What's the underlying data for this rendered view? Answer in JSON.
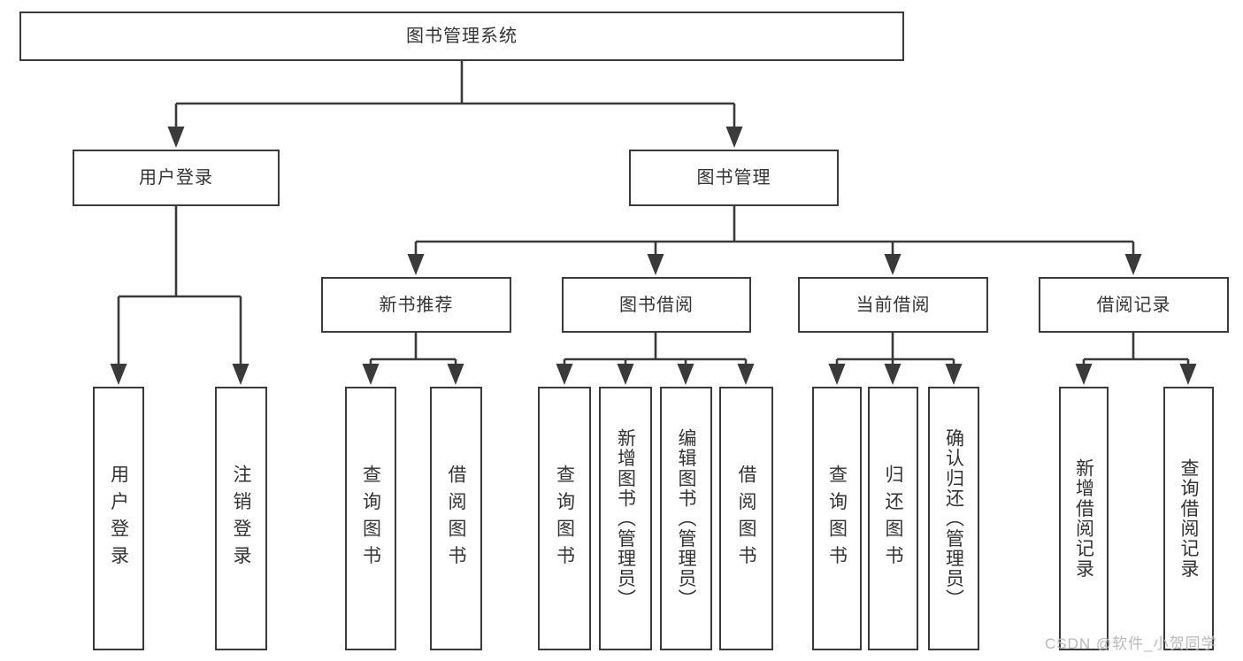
{
  "tree": {
    "label": "图书管理系统",
    "children": [
      {
        "label": "用户登录",
        "children": [
          {
            "label": "用户登录"
          },
          {
            "label": "注销登录"
          }
        ]
      },
      {
        "label": "图书管理",
        "children": [
          {
            "label": "新书推荐",
            "children": [
              {
                "label": "查询图书"
              },
              {
                "label": "借阅图书"
              }
            ]
          },
          {
            "label": "图书借阅",
            "children": [
              {
                "label": "查询图书"
              },
              {
                "label": "新增图书（管理员）"
              },
              {
                "label": "编辑图书（管理员）"
              },
              {
                "label": "借阅图书"
              }
            ]
          },
          {
            "label": "当前借阅",
            "children": [
              {
                "label": "查询图书"
              },
              {
                "label": "归还图书"
              },
              {
                "label": "确认归还（管理员）"
              }
            ]
          },
          {
            "label": "借阅记录",
            "children": [
              {
                "label": "新增借阅记录"
              },
              {
                "label": "查询借阅记录"
              }
            ]
          }
        ]
      }
    ]
  },
  "watermark": {
    "text": "CSDN @软件_小贺同学"
  },
  "colors": {
    "line": "#3a3a3a",
    "box_border": "#3a3a3a",
    "text": "#333333",
    "watermark": "#b9b9b9",
    "background": "#ffffff"
  }
}
